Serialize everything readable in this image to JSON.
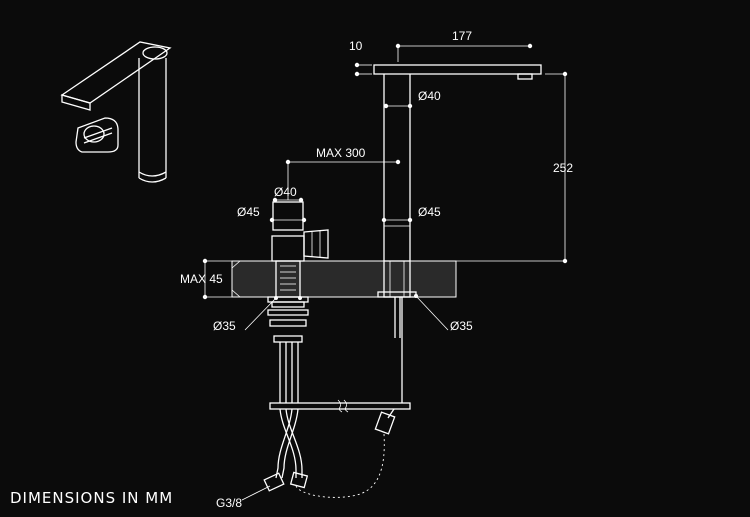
{
  "labels": {
    "dim_10": "10",
    "dim_177": "177",
    "dim_252": "252",
    "dim_max300": "MAX 300",
    "dim_d40_spout": "Ø40",
    "dim_d45_body": "Ø45",
    "dim_d40_valve": "Ø40",
    "dim_d45_valve": "Ø45",
    "dim_max45": "MAX 45",
    "dim_d35_left": "Ø35",
    "dim_d35_right": "Ø35",
    "dim_g38": "G3/8"
  },
  "caption": "DIMENSIONS IN MM"
}
